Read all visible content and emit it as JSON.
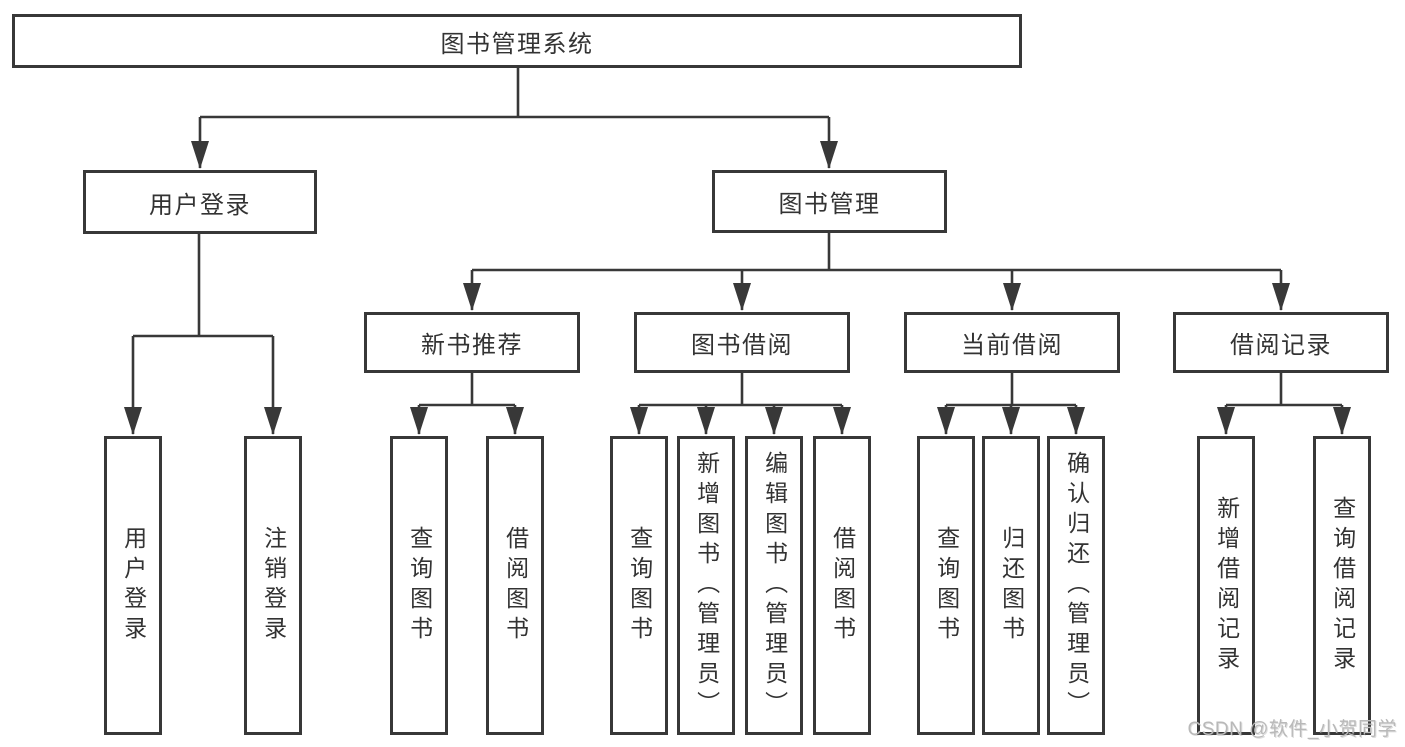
{
  "diagram_title": "图书管理系统",
  "nodes": {
    "root": {
      "label": "图书管理系统",
      "children": [
        "user-login",
        "book-mgmt"
      ]
    },
    "user-login": {
      "label": "用户登录",
      "children": [
        "leaf-user-login",
        "leaf-logout"
      ]
    },
    "book-mgmt": {
      "label": "图书管理",
      "children": [
        "new-book-rec",
        "book-borrow",
        "current-borrow",
        "borrow-records"
      ]
    },
    "new-book-rec": {
      "label": "新书推荐",
      "children": [
        "rec-query-book",
        "rec-borrow-book"
      ]
    },
    "book-borrow": {
      "label": "图书借阅",
      "children": [
        "bb-query-book",
        "bb-add-book",
        "bb-edit-book",
        "bb-borrow-book"
      ]
    },
    "current-borrow": {
      "label": "当前借阅",
      "children": [
        "cb-query-book",
        "cb-return-book",
        "cb-confirm-return"
      ]
    },
    "borrow-records": {
      "label": "借阅记录",
      "children": [
        "br-add-record",
        "br-query-record"
      ]
    },
    "leaf-user-login": {
      "label": "用户登录"
    },
    "leaf-logout": {
      "label": "注销登录"
    },
    "rec-query-book": {
      "label": "查询图书"
    },
    "rec-borrow-book": {
      "label": "借阅图书"
    },
    "bb-query-book": {
      "label": "查询图书"
    },
    "bb-add-book": {
      "label": "新增图书（管理员）"
    },
    "bb-edit-book": {
      "label": "编辑图书（管理员）"
    },
    "bb-borrow-book": {
      "label": "借阅图书"
    },
    "cb-query-book": {
      "label": "查询图书"
    },
    "cb-return-book": {
      "label": "归还图书"
    },
    "cb-confirm-return": {
      "label": "确认归还（管理员）"
    },
    "br-add-record": {
      "label": "新增借阅记录"
    },
    "br-query-record": {
      "label": "查询借阅记录"
    }
  },
  "watermark": {
    "text": "CSDN @软件_小贺同学"
  },
  "colors": {
    "line": "#383838",
    "text": "#333333",
    "node-bg": "#ffffff",
    "background": "#ffffff",
    "watermark": "#b9b9b9"
  }
}
